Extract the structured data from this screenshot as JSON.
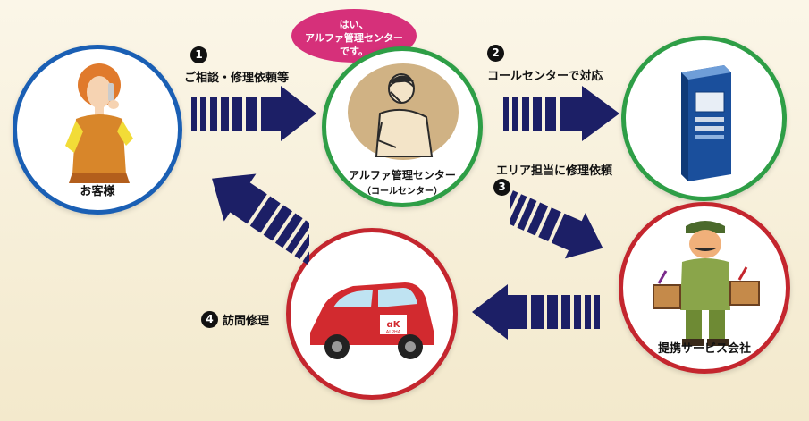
{
  "colors": {
    "arrow": "#1c1f66",
    "customer_ring": "#1a5fb4",
    "center_ring": "#2e9e46",
    "server_ring": "#2e9e46",
    "partner_ring": "#c4262e",
    "car_ring": "#c4262e",
    "bubble": "#d6307a",
    "car_body": "#d22a2f"
  },
  "bubble": {
    "lines": [
      "はい、",
      "アルファ管理センター",
      "です。"
    ]
  },
  "nodes": {
    "customer": {
      "label": "お客様"
    },
    "center": {
      "label": "アルファ管理センター",
      "sublabel": "（コールセンター）"
    },
    "server": {
      "label": ""
    },
    "partner": {
      "label": "提携サービス会社"
    },
    "visit": {
      "label": ""
    }
  },
  "steps": [
    {
      "number": "1",
      "label": "ご相談・修理依頼等"
    },
    {
      "number": "2",
      "label": "コールセンターで対応"
    },
    {
      "number": "3",
      "label": "エリア担当に修理依頼"
    },
    {
      "number": "4",
      "label": "訪問修理"
    }
  ],
  "car_logo": {
    "mark": "ɑK",
    "text": "ALPHA"
  }
}
